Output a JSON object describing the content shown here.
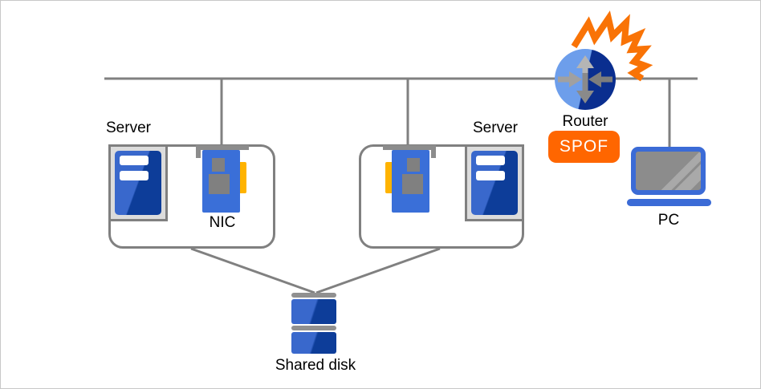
{
  "diagram": {
    "type": "network-topology",
    "labels": {
      "server_left": "Server",
      "server_right": "Server",
      "nic": "NIC",
      "router": "Router",
      "spof_badge": "SPOF",
      "pc": "PC",
      "shared_disk": "Shared disk"
    },
    "nodes": [
      {
        "id": "server-group-left",
        "label": "Server",
        "icon": "server-icon",
        "contains": [
          "server-icon",
          "nic-card-icon"
        ]
      },
      {
        "id": "server-group-right",
        "label": "Server",
        "icon": "server-icon",
        "contains": [
          "nic-card-icon",
          "server-icon"
        ]
      },
      {
        "id": "router",
        "label": "Router",
        "badge": "SPOF",
        "icon": "router-icon",
        "status_icon": "explosion-icon"
      },
      {
        "id": "pc",
        "label": "PC",
        "icon": "laptop-icon"
      },
      {
        "id": "shared-disk",
        "label": "Shared disk",
        "icon": "stacked-disk-icon"
      }
    ],
    "edges": [
      {
        "from": "network-bus",
        "to": "nic-left"
      },
      {
        "from": "network-bus",
        "to": "nic-right"
      },
      {
        "from": "network-bus",
        "to": "router"
      },
      {
        "from": "network-bus",
        "to": "pc"
      },
      {
        "from": "server-group-left",
        "to": "shared-disk"
      },
      {
        "from": "server-group-right",
        "to": "shared-disk"
      }
    ],
    "colors": {
      "connector_gray": "#808080",
      "server_blue_light": "#3968cc",
      "server_blue_dark": "#0d3d99",
      "nic_blue": "#3a6fd8",
      "nic_connector_yellow": "#ffb300",
      "router_blue_light": "#6d9eeb",
      "router_blue_dark": "#0a2e8f",
      "spof_badge_orange": "#ff6600",
      "explosion_orange": "#f97306",
      "pc_blue": "#3b6bd6",
      "icon_gray": "#8c8c8c"
    }
  }
}
